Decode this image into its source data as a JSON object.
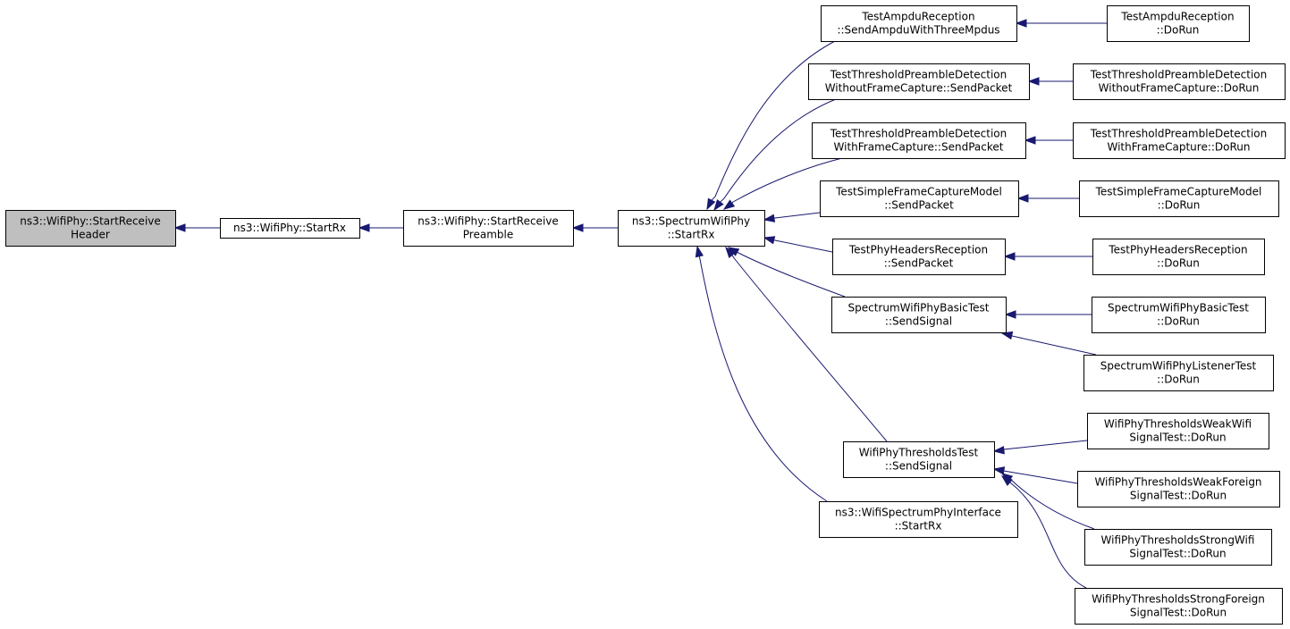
{
  "nodes": [
    {
      "id": "n0",
      "lines": [
        "ns3::WifiPhy::StartReceive",
        "Header"
      ],
      "highlight": true
    },
    {
      "id": "n1",
      "lines": [
        "ns3::WifiPhy::StartRx"
      ]
    },
    {
      "id": "n2",
      "lines": [
        "ns3::WifiPhy::StartReceive",
        "Preamble"
      ]
    },
    {
      "id": "n3",
      "lines": [
        "ns3::SpectrumWifiPhy",
        "::StartRx"
      ]
    },
    {
      "id": "n4",
      "lines": [
        "TestAmpduReception",
        "::SendAmpduWithThreeMpdus"
      ]
    },
    {
      "id": "n5",
      "lines": [
        "TestAmpduReception",
        "::DoRun"
      ]
    },
    {
      "id": "n6",
      "lines": [
        "TestThresholdPreambleDetection",
        "WithoutFrameCapture::SendPacket"
      ]
    },
    {
      "id": "n7",
      "lines": [
        "TestThresholdPreambleDetection",
        "WithoutFrameCapture::DoRun"
      ]
    },
    {
      "id": "n8",
      "lines": [
        "TestThresholdPreambleDetection",
        "WithFrameCapture::SendPacket"
      ]
    },
    {
      "id": "n9",
      "lines": [
        "TestThresholdPreambleDetection",
        "WithFrameCapture::DoRun"
      ]
    },
    {
      "id": "n10",
      "lines": [
        "TestSimpleFrameCaptureModel",
        "::SendPacket"
      ]
    },
    {
      "id": "n11",
      "lines": [
        "TestSimpleFrameCaptureModel",
        "::DoRun"
      ]
    },
    {
      "id": "n12",
      "lines": [
        "TestPhyHeadersReception",
        "::SendPacket"
      ]
    },
    {
      "id": "n13",
      "lines": [
        "TestPhyHeadersReception",
        "::DoRun"
      ]
    },
    {
      "id": "n14",
      "lines": [
        "SpectrumWifiPhyBasicTest",
        "::SendSignal"
      ]
    },
    {
      "id": "n15",
      "lines": [
        "SpectrumWifiPhyBasicTest",
        "::DoRun"
      ]
    },
    {
      "id": "n16",
      "lines": [
        "SpectrumWifiPhyListenerTest",
        "::DoRun"
      ]
    },
    {
      "id": "n17",
      "lines": [
        "WifiPhyThresholdsTest",
        "::SendSignal"
      ]
    },
    {
      "id": "n18",
      "lines": [
        "WifiPhyThresholdsWeakWifi",
        "SignalTest::DoRun"
      ]
    },
    {
      "id": "n19",
      "lines": [
        "WifiPhyThresholdsWeakForeign",
        "SignalTest::DoRun"
      ]
    },
    {
      "id": "n20",
      "lines": [
        "WifiPhyThresholdsStrongWifi",
        "SignalTest::DoRun"
      ]
    },
    {
      "id": "n21",
      "lines": [
        "WifiPhyThresholdsStrongForeign",
        "SignalTest::DoRun"
      ]
    },
    {
      "id": "n22",
      "lines": [
        "ns3::WifiSpectrumPhyInterface",
        "::StartRx"
      ]
    }
  ],
  "edges": [
    {
      "from": "n1",
      "to": "n0"
    },
    {
      "from": "n2",
      "to": "n1"
    },
    {
      "from": "n3",
      "to": "n2"
    },
    {
      "from": "n4",
      "to": "n3"
    },
    {
      "from": "n5",
      "to": "n4"
    },
    {
      "from": "n6",
      "to": "n3"
    },
    {
      "from": "n7",
      "to": "n6"
    },
    {
      "from": "n8",
      "to": "n3"
    },
    {
      "from": "n9",
      "to": "n8"
    },
    {
      "from": "n10",
      "to": "n3"
    },
    {
      "from": "n11",
      "to": "n10"
    },
    {
      "from": "n12",
      "to": "n3"
    },
    {
      "from": "n13",
      "to": "n12"
    },
    {
      "from": "n14",
      "to": "n3"
    },
    {
      "from": "n15",
      "to": "n14"
    },
    {
      "from": "n16",
      "to": "n14"
    },
    {
      "from": "n17",
      "to": "n3"
    },
    {
      "from": "n18",
      "to": "n17"
    },
    {
      "from": "n19",
      "to": "n17"
    },
    {
      "from": "n20",
      "to": "n17"
    },
    {
      "from": "n21",
      "to": "n17"
    },
    {
      "from": "n22",
      "to": "n3"
    }
  ],
  "colors": {
    "edge": "#191970",
    "highlight_fill": "#bfbfbf",
    "node_fill": "#ffffff",
    "border": "#000000"
  }
}
